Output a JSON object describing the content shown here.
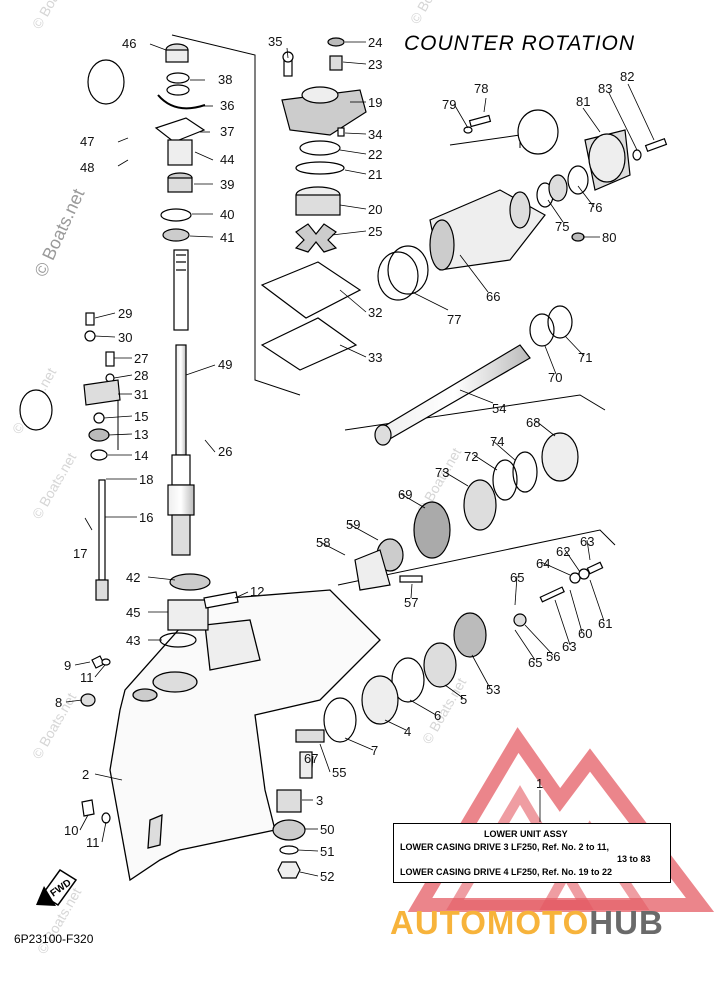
{
  "title": "COUNTER ROTATION",
  "figure_code": "6P23100-F320",
  "watermarks": {
    "boats_net": "© Boats.net"
  },
  "legend": {
    "heading": "LOWER UNIT ASSY",
    "line1": "LOWER CASING DRIVE 3 LF250, Ref. No. 2 to 11,",
    "line2": "13 to 83",
    "line3": "LOWER CASING DRIVE 4 LF250, Ref. No. 19 to 22",
    "callout": "1"
  },
  "brand": {
    "part1": "AUTOMOTO",
    "part2": "HUB",
    "colors": {
      "accent": "#f7b33b",
      "dark": "#6a6a6a",
      "logo_red": "#e0404a"
    }
  },
  "fwd_label": "FWD",
  "callouts": {
    "c46": "46",
    "c38": "38",
    "c36": "36",
    "c37": "37",
    "c47": "47",
    "c48": "48",
    "c44": "44",
    "c39": "39",
    "c40": "40",
    "c41": "41",
    "c35": "35",
    "c24": "24",
    "c23": "23",
    "c19": "19",
    "c34": "34",
    "c22": "22",
    "c21": "21",
    "c20": "20",
    "c25": "25",
    "c32": "32",
    "c33": "33",
    "c29": "29",
    "c30": "30",
    "c27": "27",
    "c28": "28",
    "c31": "31",
    "c15": "15",
    "c13": "13",
    "c14": "14",
    "c49": "49",
    "c26": "26",
    "c18": "18",
    "c16": "16",
    "c17": "17",
    "c42": "42",
    "c12": "12",
    "c45": "45",
    "c43": "43",
    "c9": "9",
    "c11a": "11",
    "c8": "8",
    "c2": "2",
    "c10": "10",
    "c11b": "11",
    "c78": "78",
    "c79": "79",
    "c82": "82",
    "c83": "83",
    "c81": "81",
    "c75": "75",
    "c76": "76",
    "c80": "80",
    "c66": "66",
    "c77": "77",
    "c71": "71",
    "c70": "70",
    "c54": "54",
    "c68": "68",
    "c74": "74",
    "c72": "72",
    "c73": "73",
    "c69": "69",
    "c59": "59",
    "c58": "58",
    "c57": "57",
    "c63a": "63",
    "c62": "62",
    "c64": "64",
    "c65a": "65",
    "c61": "61",
    "c60": "60",
    "c63b": "63",
    "c56": "56",
    "c65b": "65",
    "c53": "53",
    "c5": "5",
    "c6": "6",
    "c4": "4",
    "c7": "7",
    "c67": "67",
    "c55": "55",
    "c3": "3",
    "c50": "50",
    "c51": "51",
    "c52": "52"
  }
}
